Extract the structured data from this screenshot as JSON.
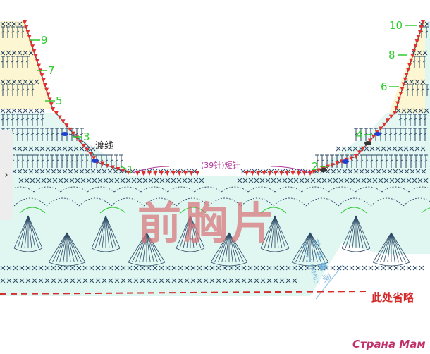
{
  "diagram": {
    "row_markers_left": [
      "9",
      "7",
      "5",
      "3"
    ],
    "row_markers_right": [
      "10",
      "8",
      "6",
      "4",
      "2"
    ],
    "row_marker_bottom_left": "1",
    "label_transfer_yarn": "渡线",
    "label_short_rows": "(39针)短针",
    "watermark_big": "前胸片",
    "watermark_family": "WEN'S FAMILY",
    "watermark_brand": "芯 亦 姐 家",
    "note_bottom": "此处省略",
    "footer_credit": "Страна Мам",
    "colors": {
      "marker_green": "#2ecc2e",
      "triangle_red": "#e0302e",
      "stitch_blue": "#2c4a66",
      "yellow_band": "#fdf6d3",
      "mint": "#dff6f1",
      "magenta": "#b1389a",
      "dashed_red": "#d42c2c",
      "watermark_pink": "#d9737a"
    }
  },
  "nav": {
    "side_arrow": "›"
  }
}
